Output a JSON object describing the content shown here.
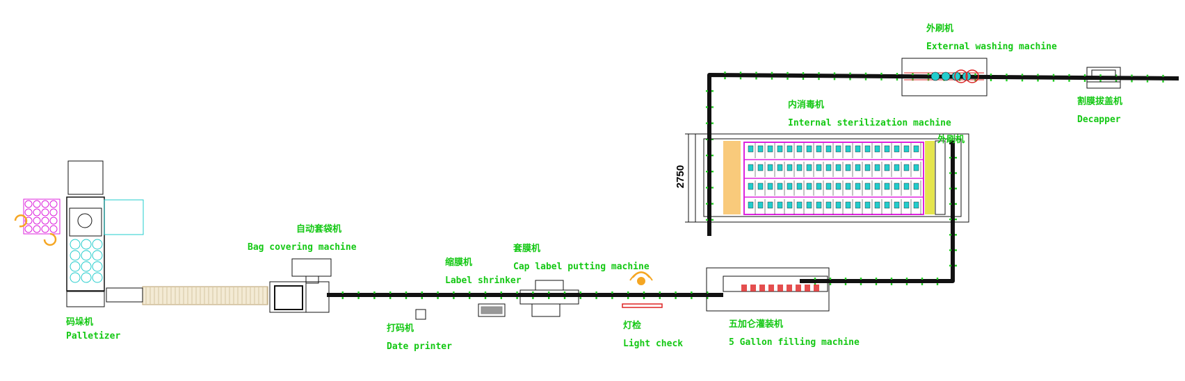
{
  "colors": {
    "conveyor": "#111111",
    "roller": "#22cc22",
    "label": "#14c814",
    "bottle_cyan": "#22cccc",
    "pallet_magenta": "#dd22dd",
    "orange": "#f5a623",
    "red": "#dd2222",
    "conveyor_tan": "#b8a070"
  },
  "labels": {
    "external_washing": {
      "cn": "外刷机",
      "en": "External washing machine"
    },
    "decapper": {
      "cn": "割膜拔盖机",
      "en": "Decapper"
    },
    "internal_sterilization": {
      "cn": "内消毒机",
      "en": "Internal sterilization machine"
    },
    "external_partial": {
      "cn": "外刷机"
    },
    "bag_covering": {
      "cn": "自动套袋机",
      "en": "Bag covering machine"
    },
    "label_shrinker": {
      "cn": "缩膜机",
      "en": "Label shrinker"
    },
    "cap_label": {
      "cn": "套膜机",
      "en": "Cap label putting machine"
    },
    "palletizer": {
      "cn": "码垛机",
      "en": "Palletizer"
    },
    "date_printer": {
      "cn": "打码机",
      "en": "Date printer"
    },
    "light_check": {
      "cn": "灯检",
      "en": "Light check"
    },
    "filling": {
      "cn": "五加仑灌装机",
      "en": "5 Gallon filling machine"
    }
  },
  "dimension": "2750",
  "icons": [
    "palletizer-robot-icon",
    "light-check-lamp-icon",
    "rotation-arrow-icon"
  ]
}
